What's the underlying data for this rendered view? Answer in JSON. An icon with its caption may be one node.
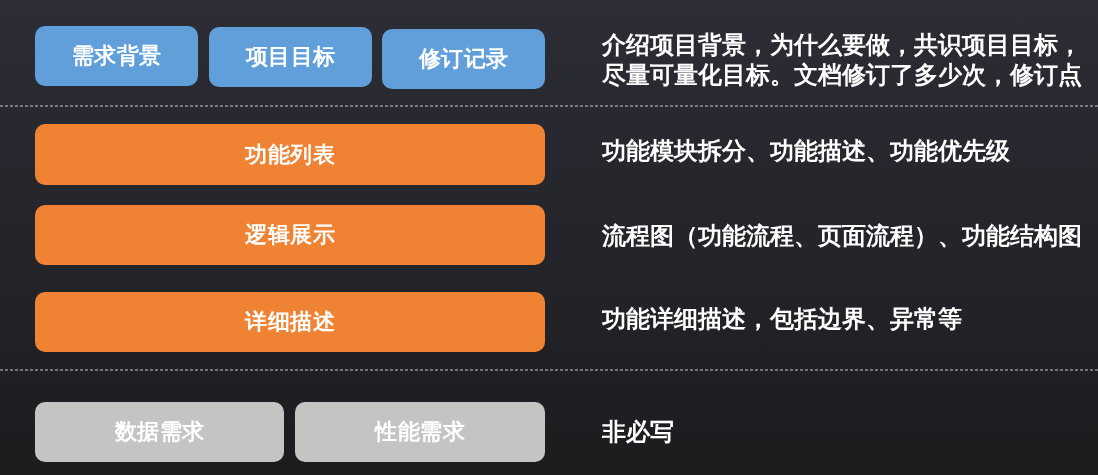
{
  "diagram": {
    "nodes": [
      {
        "text": [
          "需求背景"
        ]
      },
      {
        "text": [
          "项目目标"
        ]
      },
      {
        "text": [
          "修订记录"
        ]
      },
      {
        "text": [
          "功能列表"
        ]
      },
      {
        "text": [
          "逻辑展示"
        ]
      },
      {
        "text": [
          "详细描述"
        ]
      },
      {
        "text": [
          "数据需求"
        ]
      },
      {
        "text": [
          "性能需求"
        ]
      }
    ],
    "labels": [
      "介绍项目背景，为什么要做，共识项目目标，尽量可量化目标。文档修订了多少次，修订点",
      "功能模块拆分、功能描述、功能优先级",
      "流程图（功能流程、页面流程）、功能结构图",
      "功能详细描述，包括边界、异常等",
      "非必写"
    ]
  }
}
